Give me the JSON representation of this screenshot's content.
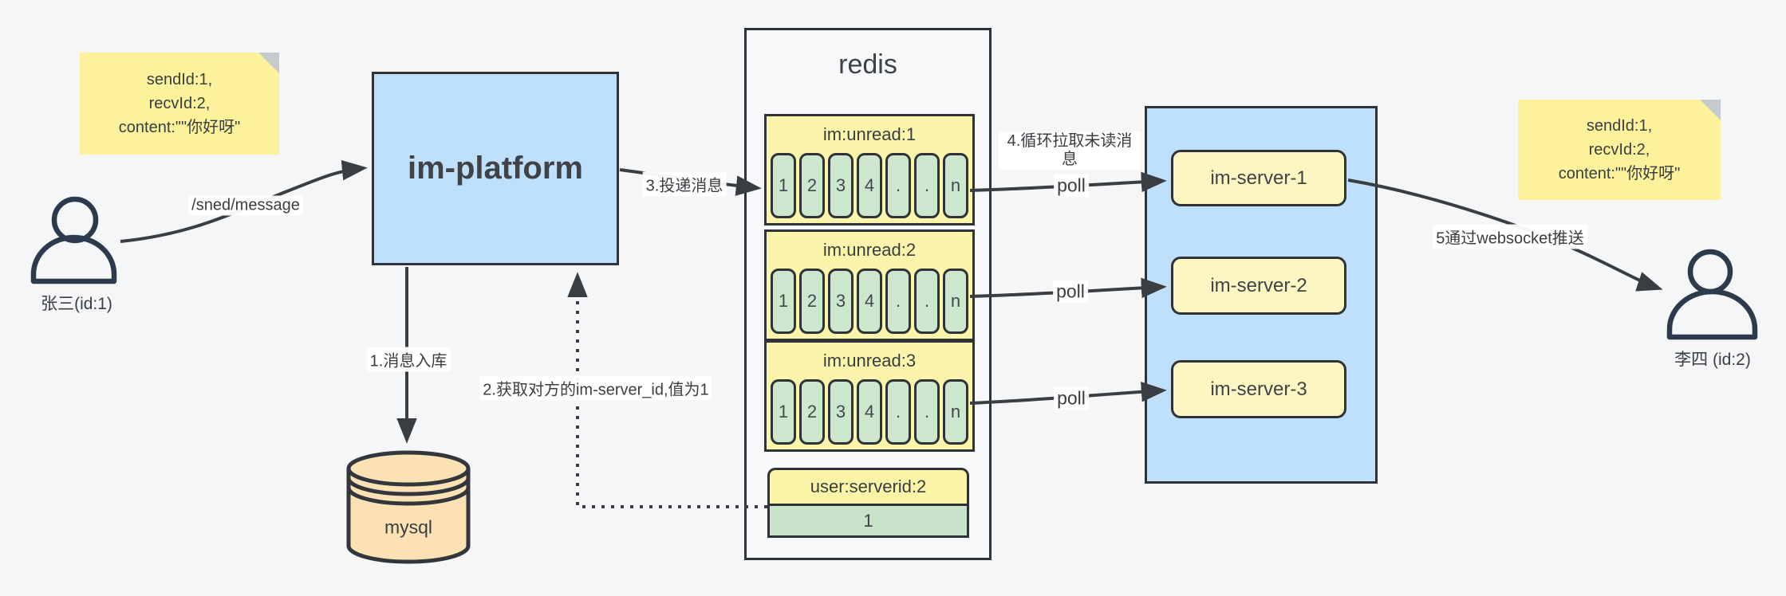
{
  "palette": {
    "background": "#F5F6F7",
    "note_yellow": "#FBF29B",
    "note_fold_gray": "#C8CBCE",
    "box_blue": "#BFE0FA",
    "queue_yellow": "#FBF5AB",
    "cell_green": "#CCE7CD",
    "server_yellow": "#FCF6C2",
    "mysql_tan": "#FBE1B3",
    "stroke_dark": "#2F3337",
    "arrow_dark": "#3A3E42",
    "person_navy": "#2C3A4E"
  },
  "notes": {
    "left": {
      "lines": [
        "sendId:1,",
        "recvId:2,",
        "content:\"\"你好呀\""
      ]
    },
    "right": {
      "lines": [
        "sendId:1,",
        "recvId:2,",
        "content:\"\"你好呀\""
      ]
    }
  },
  "actors": {
    "left": {
      "label": "张三(id:1)"
    },
    "right": {
      "label": "李四  (id:2)"
    }
  },
  "platform": {
    "label": "im-platform"
  },
  "mysql": {
    "label": "mysql"
  },
  "redis": {
    "title": "redis",
    "queues": [
      {
        "title": "im:unread:1",
        "cells": [
          "1",
          "2",
          "3",
          "4",
          ".",
          ".",
          "n"
        ]
      },
      {
        "title": "im:unread:2",
        "cells": [
          "1",
          "2",
          "3",
          "4",
          ".",
          ".",
          "n"
        ]
      },
      {
        "title": "im:unread:3",
        "cells": [
          "1",
          "2",
          "3",
          "4",
          ".",
          ".",
          "n"
        ]
      }
    ],
    "kv": {
      "key": "user:serverid:2",
      "value": "1"
    }
  },
  "servers": {
    "items": [
      {
        "label": "im-server-1"
      },
      {
        "label": "im-server-2"
      },
      {
        "label": "im-server-3"
      }
    ]
  },
  "edges": {
    "send": {
      "label": "/sned/message"
    },
    "store": {
      "label": "1.消息入库"
    },
    "lookup": {
      "label": "2.获取对方的im-server_id,值为1"
    },
    "deliver": {
      "label": "3.投递消息"
    },
    "pull": {
      "label": "4.循环拉取未读消息"
    },
    "poll": {
      "label": "poll"
    },
    "push": {
      "label": "5通过websocket推送"
    }
  }
}
